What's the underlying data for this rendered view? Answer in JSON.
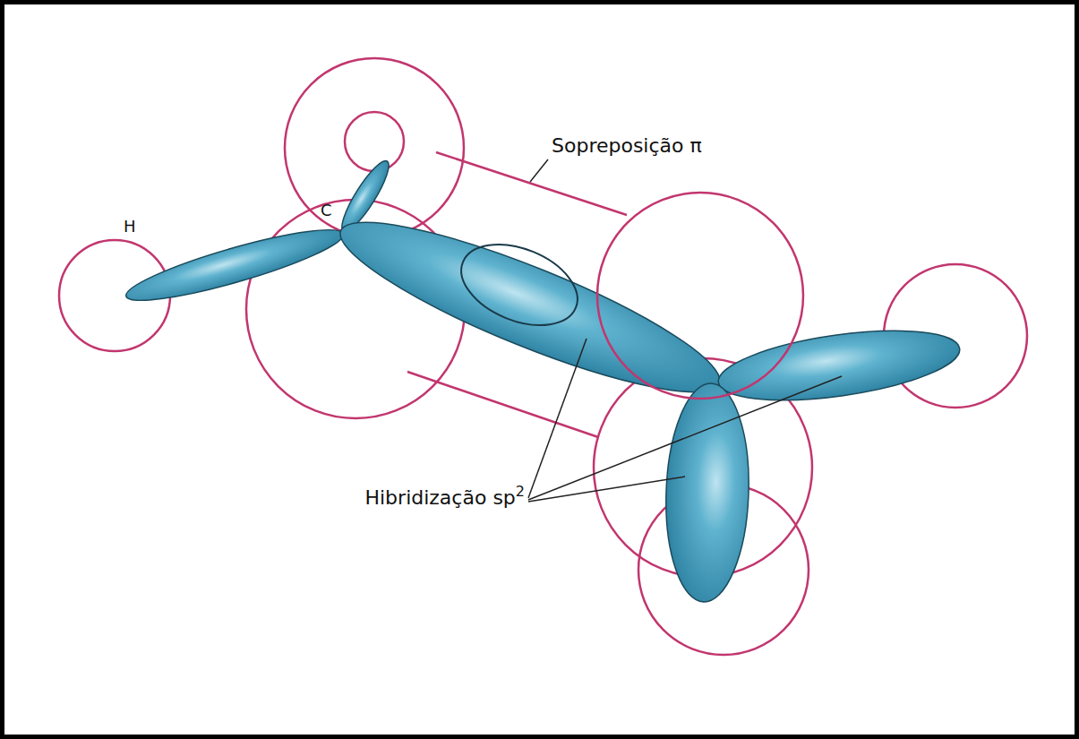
{
  "diagram": {
    "labels": [
      "H",
      "C",
      "Sopreposição π",
      "Hibridização sp",
      "2"
    ]
  }
}
